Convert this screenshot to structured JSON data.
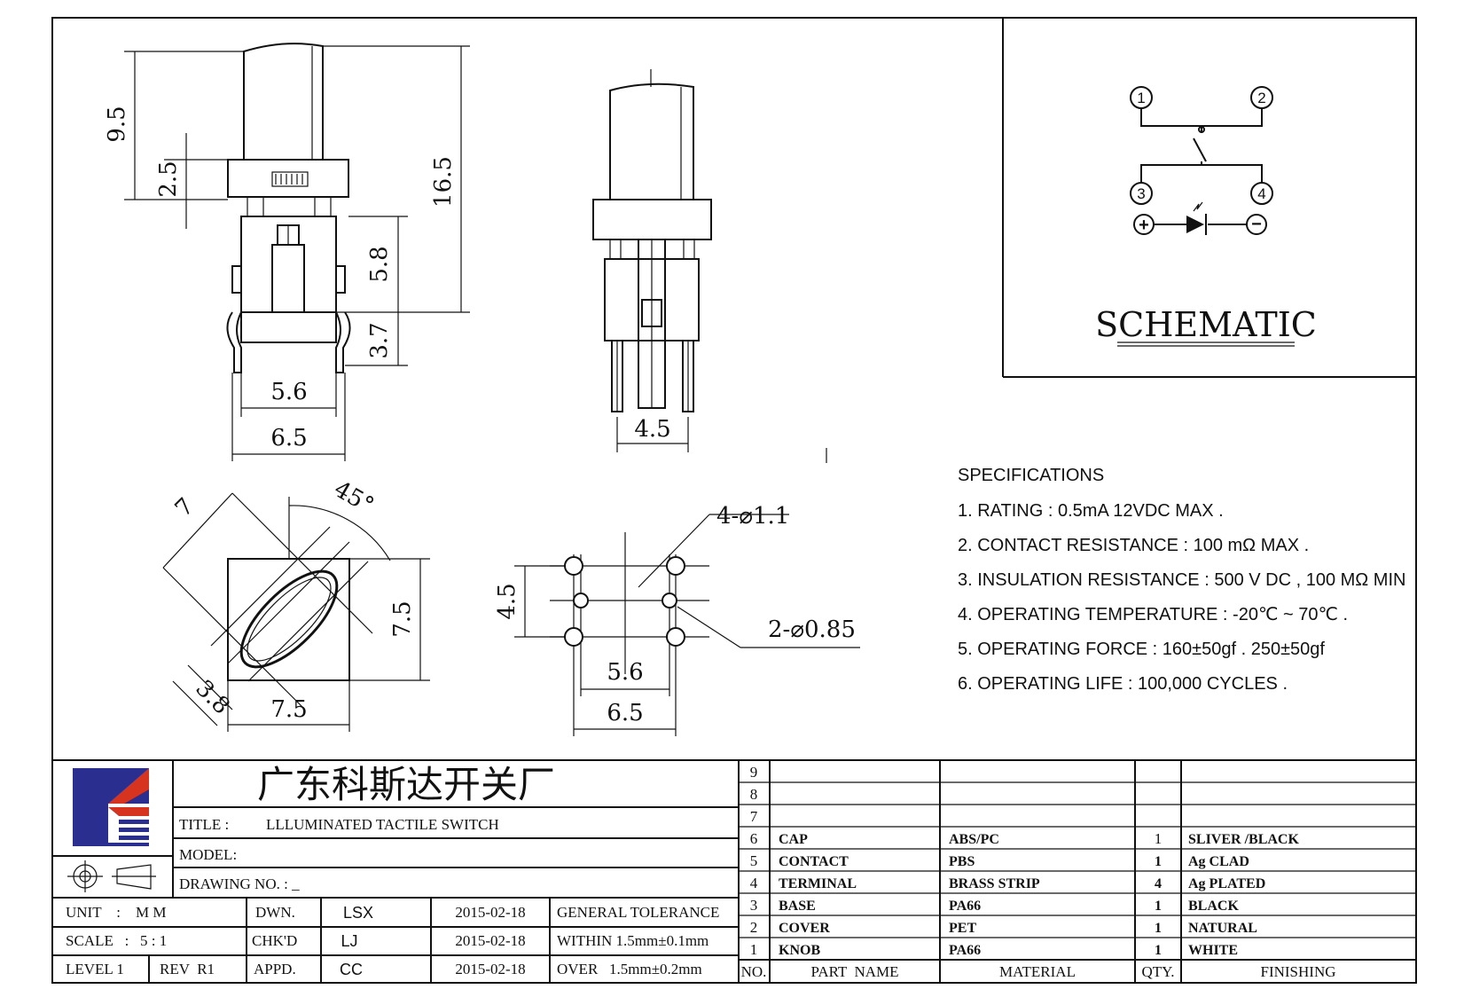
{
  "dimensions": {
    "side": {
      "d9_5": "9.5",
      "d2_5": "2.5",
      "d16_5": "16.5",
      "d5_8": "5.8",
      "d3_7": "3.7",
      "d5_6": "5.6",
      "d6_5": "6.5"
    },
    "front": {
      "d4_5": "4.5"
    },
    "top": {
      "d7": "7",
      "d45": "45°",
      "d7_5v": "7.5",
      "d7_5h": "7.5",
      "d3_8": "3.8"
    },
    "footprint": {
      "hole_a": "4-⌀1.1",
      "hole_b": "2-⌀0.85",
      "d4_5": "4.5",
      "d5_6": "5.6",
      "d6_5": "6.5"
    }
  },
  "schematic": {
    "title": "SCHEMATIC",
    "pins": [
      "1",
      "2",
      "3",
      "4"
    ],
    "plus": "+",
    "minus": "−"
  },
  "specifications": {
    "heading": "SPECIFICATIONS",
    "items": [
      "1. RATING : 0.5mA 12VDC MAX .",
      "2. CONTACT RESISTANCE : 100 mΩ MAX .",
      "3. INSULATION RESISTANCE : 500 V DC , 100 MΩ MIN",
      "4. OPERATING TEMPERATURE : -20℃ ~ 70℃ .",
      "5. OPERATING FORCE : 160±50gf . 250±50gf",
      "6. OPERATING LIFE : 100,000 CYCLES ."
    ]
  },
  "title_block": {
    "company": "广东科斯达开关厂",
    "title_label": "TITLE :",
    "title_value": "LLLUMINATED TACTILE SWITCH",
    "model_label": "MODEL:",
    "drawing_no_label": "DRAWING NO. : _",
    "rows": [
      {
        "c1": "UNIT    :    M M",
        "c2": "DWN.",
        "c3": "LSX",
        "c4": "2015-02-18",
        "c5": "GENERAL TOLERANCE"
      },
      {
        "c1": "SCALE   :   5 : 1",
        "c2": "CHK'D",
        "c3": "LJ",
        "c4": "2015-02-18",
        "c5": "WITHIN 1.5mm±0.1mm"
      },
      {
        "c1": "LEVEL 1",
        "c1b": "REV  R1",
        "c2": "APPD.",
        "c3": "CC",
        "c4": "2015-02-18",
        "c5": "OVER   1.5mm±0.2mm"
      }
    ]
  },
  "bom": {
    "header": {
      "no": "NO.",
      "part": "PART  NAME",
      "material": "MATERIAL",
      "qty": "QTY.",
      "finishing": "FINISHING"
    },
    "rows": [
      {
        "no": "9",
        "part": "",
        "material": "",
        "qty": "",
        "finishing": ""
      },
      {
        "no": "8",
        "part": "",
        "material": "",
        "qty": "",
        "finishing": ""
      },
      {
        "no": "7",
        "part": "",
        "material": "",
        "qty": "",
        "finishing": ""
      },
      {
        "no": "6",
        "part": "CAP",
        "material": "ABS/PC",
        "qty": "1",
        "finishing": "SLIVER /BLACK"
      },
      {
        "no": "5",
        "part": "CONTACT",
        "material": "PBS",
        "qty": "1",
        "finishing": "Ag CLAD"
      },
      {
        "no": "4",
        "part": "TERMINAL",
        "material": "BRASS STRIP",
        "qty": "4",
        "finishing": "Ag PLATED"
      },
      {
        "no": "3",
        "part": "BASE",
        "material": "PA66",
        "qty": "1",
        "finishing": "BLACK"
      },
      {
        "no": "2",
        "part": "COVER",
        "material": "PET",
        "qty": "1",
        "finishing": "NATURAL"
      },
      {
        "no": "1",
        "part": "KNOB",
        "material": "PA66",
        "qty": "1",
        "finishing": "WHITE"
      }
    ]
  },
  "colors": {
    "logo_blue": "#2a2f8f",
    "logo_red": "#d6341f",
    "line": "#111111"
  }
}
